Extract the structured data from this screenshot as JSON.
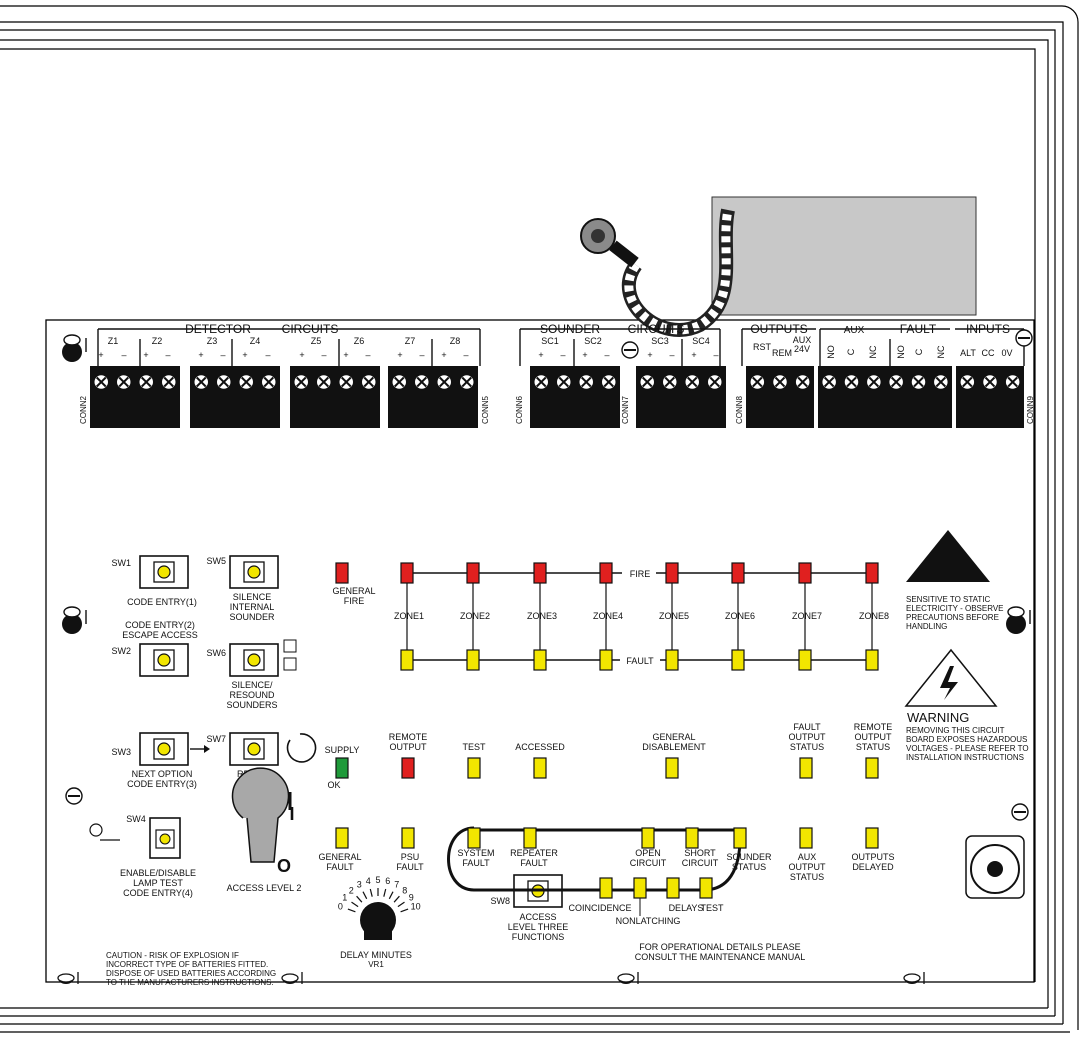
{
  "top_labels": {
    "detector": "DETECTOR",
    "circuits": "CIRCUITS",
    "sounder": "SOUNDER",
    "circuits2": "CIRCUITS",
    "outputs": "OUTPUTS",
    "aux": "AUX",
    "fault": "FAULT",
    "inputs": "INPUTS"
  },
  "zones": [
    "Z1",
    "Z2",
    "Z3",
    "Z4",
    "Z5",
    "Z6",
    "Z7",
    "Z8"
  ],
  "sounder_circuits": [
    "SC1",
    "SC2",
    "SC3",
    "SC4"
  ],
  "output_terms": [
    "RST",
    "REM",
    "AUX\n24V"
  ],
  "aux_terms": [
    "NO",
    "C",
    "NC"
  ],
  "fault_terms": [
    "NO",
    "C",
    "NC"
  ],
  "input_terms": [
    "ALT",
    "CC",
    "0V"
  ],
  "polarity": [
    "+",
    "–"
  ],
  "connectors": [
    "CONN2",
    "CONN5",
    "CONN6",
    "CONN7",
    "CONN8",
    "CONN9"
  ],
  "switches": {
    "sw1": {
      "id": "SW1",
      "label": "CODE ENTRY(1)"
    },
    "sw2": {
      "id": "SW2",
      "label_lines": [
        "CODE ENTRY(2)",
        "ESCAPE ACCESS"
      ]
    },
    "sw3": {
      "id": "SW3",
      "label_lines": [
        "NEXT OPTION",
        "CODE ENTRY(3)"
      ]
    },
    "sw4": {
      "id": "SW4",
      "label_lines": [
        "ENABLE/DISABLE",
        "LAMP TEST",
        "CODE ENTRY(4)"
      ]
    },
    "sw5": {
      "id": "SW5",
      "label_lines": [
        "SILENCE",
        "INTERNAL",
        "SOUNDER"
      ]
    },
    "sw6": {
      "id": "SW6",
      "label_lines": [
        "SILENCE/",
        "RESOUND",
        "SOUNDERS"
      ]
    },
    "sw7": {
      "id": "SW7",
      "label": "RESET"
    },
    "sw8": {
      "id": "SW8",
      "label_lines": [
        "ACCESS",
        "LEVEL THREE",
        "FUNCTIONS"
      ]
    }
  },
  "leds": {
    "general_fire": [
      "GENERAL",
      "FIRE"
    ],
    "fire_line": "FIRE",
    "fault_line": "FAULT",
    "zone_labels": [
      "ZONE1",
      "ZONE2",
      "ZONE3",
      "ZONE4",
      "ZONE5",
      "ZONE6",
      "ZONE7",
      "ZONE8"
    ],
    "supply": "SUPPLY",
    "ok": "OK",
    "remote_output": [
      "REMOTE",
      "OUTPUT"
    ],
    "test": "TEST",
    "accessed": "ACCESSED",
    "general_disablement": [
      "GENERAL",
      "DISABLEMENT"
    ],
    "fault_output_status": [
      "FAULT",
      "OUTPUT",
      "STATUS"
    ],
    "remote_output_status": [
      "REMOTE",
      "OUTPUT",
      "STATUS"
    ],
    "general_fault": [
      "GENERAL",
      "FAULT"
    ],
    "psu_fault": [
      "PSU",
      "FAULT"
    ],
    "system_fault": [
      "SYSTEM",
      "FAULT"
    ],
    "repeater_fault": [
      "REPEATER",
      "FAULT"
    ],
    "open_circuit": [
      "OPEN",
      "CIRCUIT"
    ],
    "short_circuit": [
      "SHORT",
      "CIRCUIT"
    ],
    "sounder_status": [
      "SOUNDER",
      "STATUS"
    ],
    "aux_output_status": [
      "AUX",
      "OUTPUT",
      "STATUS"
    ],
    "outputs_delayed": [
      "OUTPUTS",
      "DELAYED"
    ],
    "coincidence": "COINCIDENCE",
    "nonlatching": "NONLATCHING",
    "delays": "DELAYS",
    "test2": "TEST"
  },
  "colors": {
    "red": "#e0201f",
    "yellow": "#f2e600",
    "green": "#1f9a3a",
    "grey": "#c8c8c8",
    "key": "#a8a8a8"
  },
  "key": {
    "label": "ACCESS LEVEL 2",
    "on": "I",
    "off": "O"
  },
  "delay": {
    "title": "DELAY MINUTES",
    "sub": "VR1",
    "ticks": [
      "0",
      "1",
      "2",
      "3",
      "4",
      "5",
      "6",
      "7",
      "8",
      "9",
      "10"
    ]
  },
  "notes": {
    "static_lines": [
      "SENSITIVE TO STATIC",
      "ELECTRICITY -  OBSERVE",
      "PRECAUTIONS BEFORE",
      "HANDLING"
    ],
    "warning_title": "WARNING",
    "warning_lines": [
      "REMOVING THIS CIRCUIT",
      "BOARD EXPOSES HAZARDOUS",
      "VOLTAGES -  PLEASE REFER TO",
      "INSTALLATION INSTRUCTIONS"
    ],
    "caution_lines": [
      "CAUTION  - RISK OF EXPLOSION IF",
      "INCORRECT TYPE OF BATTERIES FITTED.",
      "DISPOSE OF USED BATTERIES ACCORDING",
      "TO THE MANUFACTURERS INSTRUCTIONS."
    ],
    "manual_lines": [
      "FOR OPERATIONAL DETAILS PLEASE",
      "CONSULT THE MAINTENANCE MANUAL"
    ]
  }
}
